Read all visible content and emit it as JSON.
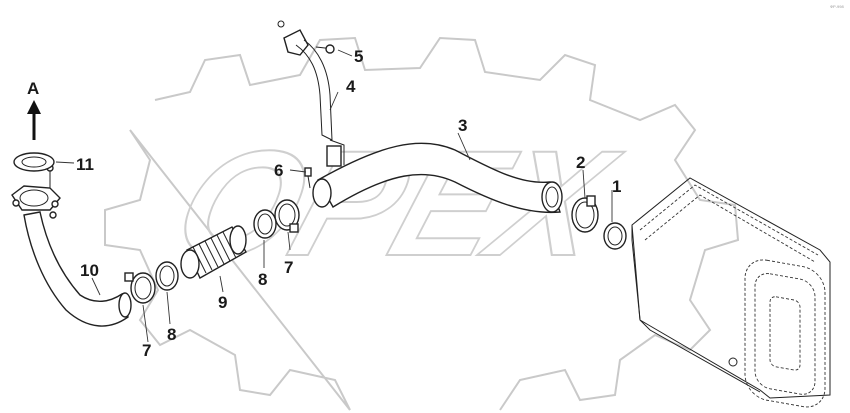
{
  "diagram": {
    "corner_code": "ФР-998",
    "watermark_text": "OPEX",
    "direction_label": "A",
    "callouts": {
      "p1": "1",
      "p2": "2",
      "p3": "3",
      "p4": "4",
      "p5": "5",
      "p6": "6",
      "p7a": "7",
      "p7b": "7",
      "p8a": "8",
      "p8b": "8",
      "p9": "9",
      "p10": "10",
      "p11": "11"
    }
  }
}
